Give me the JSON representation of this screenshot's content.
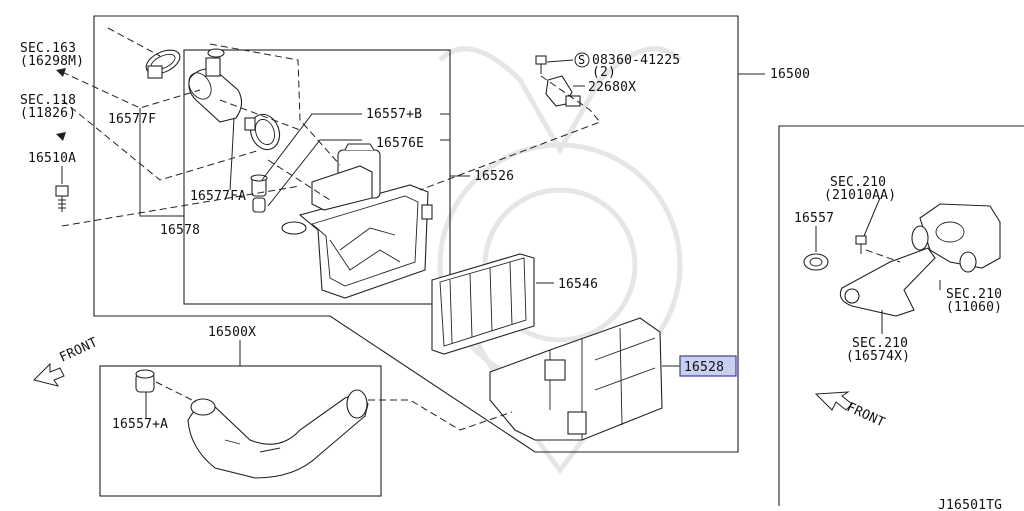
{
  "diagram_id": "J16501TG",
  "labels": {
    "sec163": "SEC.163",
    "sec163_sub": "(16298M)",
    "sec118": "SEC.118",
    "sec118_sub": "(11826)",
    "p16510A": "16510A",
    "p16577F": "16577F",
    "p16577FA": "16577FA",
    "p16578": "16578",
    "p16557B": "16557+B",
    "p16576E": "16576E",
    "p16526": "16526",
    "p08360": "08360-41225",
    "p08360_qty": "(2)",
    "p22680X": "22680X",
    "p16500": "16500",
    "p16546": "16546",
    "p16528": "16528",
    "p16500X": "16500X",
    "p16557A": "16557+A",
    "front_left": "FRONT",
    "sec210a": "SEC.210",
    "sec210a_sub": "(21010AA)",
    "p16557": "16557",
    "sec210b": "SEC.210",
    "sec210b_sub": "(11060)",
    "sec210c": "SEC.210",
    "sec210c_sub": "(16574X)",
    "front_right": "FRONT",
    "screw_symbol": "S"
  },
  "colors": {
    "highlight_fill": "#c9cff0",
    "highlight_stroke": "#3a3f9a",
    "line": "#222222"
  }
}
